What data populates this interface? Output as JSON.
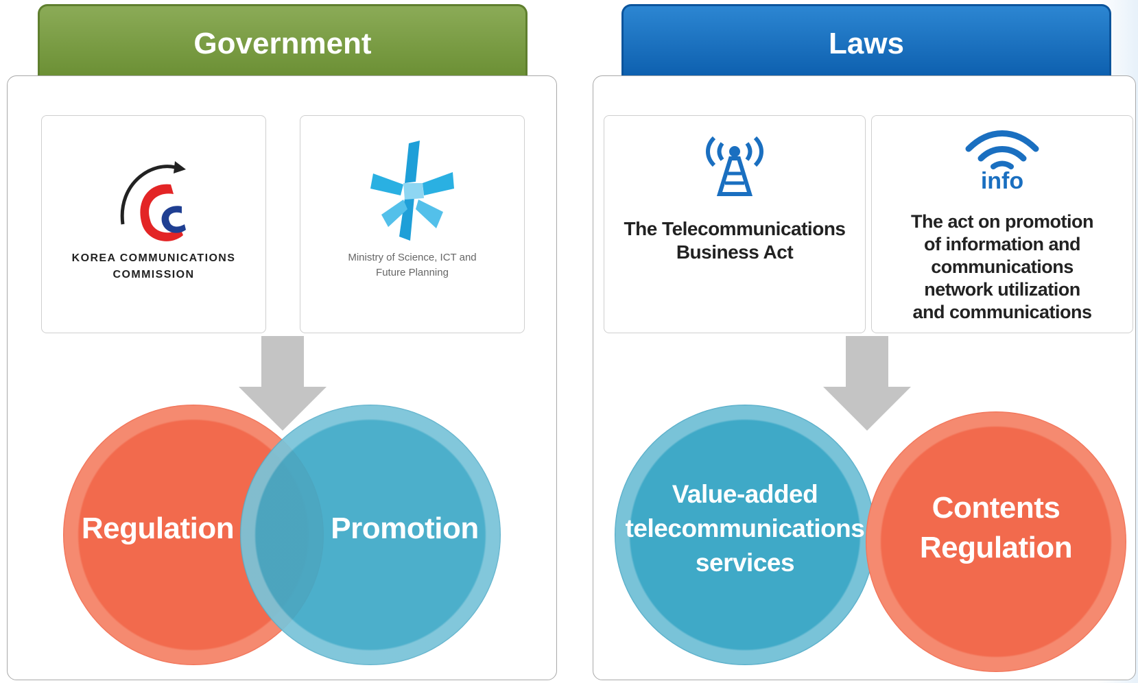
{
  "government": {
    "title": "Government",
    "kcc": {
      "line1": "KOREA COMMUNICATIONS",
      "line2": "COMMISSION"
    },
    "msip": {
      "line1": "Ministry of Science, ICT and",
      "line2": "Future Planning"
    },
    "circles": {
      "left": "Regulation",
      "right": "Promotion"
    }
  },
  "laws": {
    "title": "Laws",
    "act1": {
      "line1": "The Telecommunications",
      "line2": "Business Act",
      "icon": "radio-tower-icon"
    },
    "act2": {
      "icon_label": "info",
      "icon": "wifi-icon",
      "lines": [
        "The act on promotion",
        "of information and",
        "communications",
        "network utilization",
        "and communications"
      ]
    },
    "circles": {
      "left": [
        "Value-added",
        "telecommunications",
        "services"
      ],
      "right": [
        "Contents",
        "Regulation"
      ]
    }
  },
  "colors": {
    "green": "#6b8f34",
    "blue": "#0d5fae",
    "red": "#f26a4d",
    "teal": "#3fa9c7",
    "arrow": "#c4c4c4"
  }
}
